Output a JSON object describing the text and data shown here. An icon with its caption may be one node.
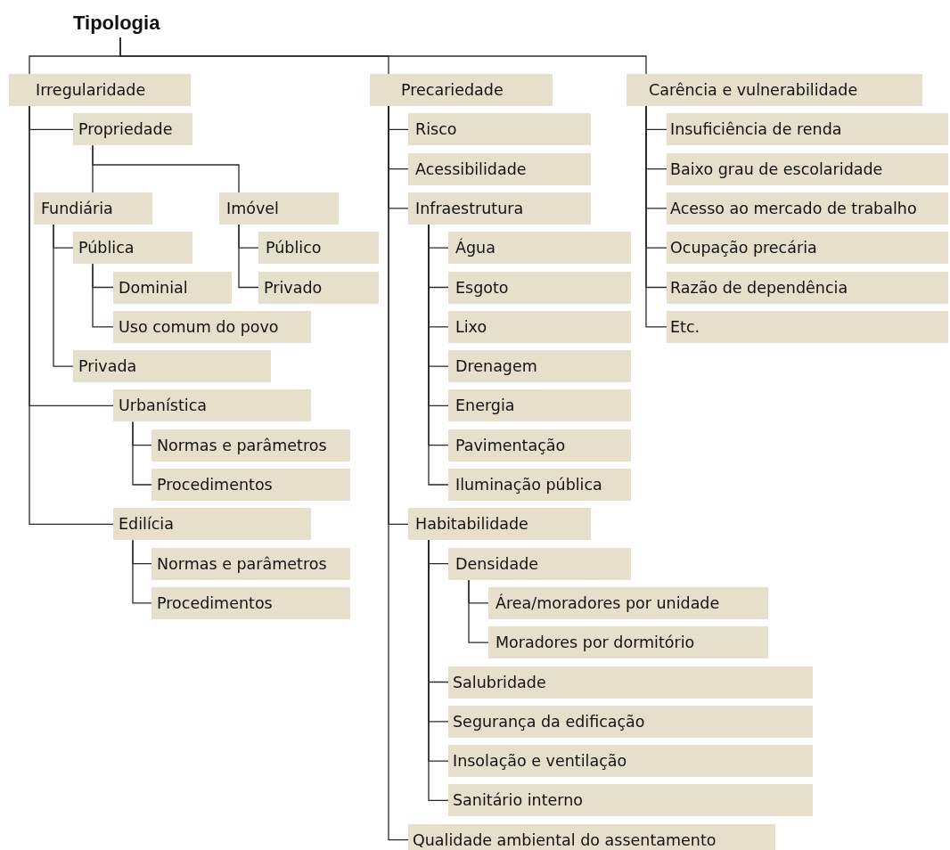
{
  "diagram": {
    "nodes": [
      {
        "text": [
          "Tipologia"
        ]
      },
      {
        "text": [
          "Irregularidade"
        ]
      },
      {
        "text": [
          "Propriedade"
        ]
      },
      {
        "text": [
          "Fundiária"
        ]
      },
      {
        "text": [
          "Pública"
        ]
      },
      {
        "text": [
          "Dominial"
        ]
      },
      {
        "text": [
          "Uso comum do povo"
        ]
      },
      {
        "text": [
          "Privada"
        ]
      },
      {
        "text": [
          "Imóvel"
        ]
      },
      {
        "text": [
          "Público"
        ]
      },
      {
        "text": [
          "Privado"
        ]
      },
      {
        "text": [
          "Urbanística"
        ]
      },
      {
        "text": [
          "Normas e parâmetros"
        ]
      },
      {
        "text": [
          "Procedimentos"
        ]
      },
      {
        "text": [
          "Edilícia"
        ]
      },
      {
        "text": [
          "Normas e parâmetros"
        ]
      },
      {
        "text": [
          "Procedimentos"
        ]
      },
      {
        "text": [
          "Precariedade"
        ]
      },
      {
        "text": [
          "Risco"
        ]
      },
      {
        "text": [
          "Acessibilidade"
        ]
      },
      {
        "text": [
          "Infraestrutura"
        ]
      },
      {
        "text": [
          "Água"
        ]
      },
      {
        "text": [
          "Esgoto"
        ]
      },
      {
        "text": [
          "Lixo"
        ]
      },
      {
        "text": [
          "Drenagem"
        ]
      },
      {
        "text": [
          "Energia"
        ]
      },
      {
        "text": [
          "Pavimentação"
        ]
      },
      {
        "text": [
          "Iluminação pública"
        ]
      },
      {
        "text": [
          "Habitabilidade"
        ]
      },
      {
        "text": [
          "Densidade"
        ]
      },
      {
        "text": [
          "Área/moradores por unidade"
        ]
      },
      {
        "text": [
          "Moradores por dormitório"
        ]
      },
      {
        "text": [
          "Salubridade"
        ]
      },
      {
        "text": [
          "Segurança da edificação"
        ]
      },
      {
        "text": [
          "Insolação e ventilação"
        ]
      },
      {
        "text": [
          "Sanitário interno"
        ]
      },
      {
        "text": [
          "Qualidade ambiental do assentamento"
        ]
      },
      {
        "text": [
          "Carência e vulnerabilidade"
        ]
      },
      {
        "text": [
          "Insuficiência de renda"
        ]
      },
      {
        "text": [
          "Baixo grau de escolaridade"
        ]
      },
      {
        "text": [
          "Acesso ao mercado de trabalho"
        ]
      },
      {
        "text": [
          "Ocupação precária"
        ]
      },
      {
        "text": [
          "Razão de dependência"
        ]
      },
      {
        "text": [
          "Etc."
        ]
      }
    ],
    "edges": [
      {
        "from": 0,
        "to": 1,
        "arrow": "none"
      },
      {
        "from": 0,
        "to": 17,
        "arrow": "none"
      },
      {
        "from": 0,
        "to": 37,
        "arrow": "none"
      },
      {
        "from": 1,
        "to": 2,
        "arrow": "none"
      },
      {
        "from": 1,
        "to": 11,
        "arrow": "none"
      },
      {
        "from": 1,
        "to": 14,
        "arrow": "none"
      },
      {
        "from": 2,
        "to": 3,
        "arrow": "none"
      },
      {
        "from": 2,
        "to": 8,
        "arrow": "none"
      },
      {
        "from": 3,
        "to": 4,
        "arrow": "none"
      },
      {
        "from": 3,
        "to": 7,
        "arrow": "none"
      },
      {
        "from": 4,
        "to": 5,
        "arrow": "none"
      },
      {
        "from": 4,
        "to": 6,
        "arrow": "none"
      },
      {
        "from": 8,
        "to": 9,
        "arrow": "none"
      },
      {
        "from": 8,
        "to": 10,
        "arrow": "none"
      },
      {
        "from": 11,
        "to": 12,
        "arrow": "none"
      },
      {
        "from": 11,
        "to": 13,
        "arrow": "none"
      },
      {
        "from": 14,
        "to": 15,
        "arrow": "none"
      },
      {
        "from": 14,
        "to": 16,
        "arrow": "none"
      },
      {
        "from": 17,
        "to": 18,
        "arrow": "none"
      },
      {
        "from": 17,
        "to": 19,
        "arrow": "none"
      },
      {
        "from": 17,
        "to": 20,
        "arrow": "none"
      },
      {
        "from": 17,
        "to": 28,
        "arrow": "none"
      },
      {
        "from": 17,
        "to": 36,
        "arrow": "none"
      },
      {
        "from": 20,
        "to": 21,
        "arrow": "none"
      },
      {
        "from": 20,
        "to": 22,
        "arrow": "none"
      },
      {
        "from": 20,
        "to": 23,
        "arrow": "none"
      },
      {
        "from": 20,
        "to": 24,
        "arrow": "none"
      },
      {
        "from": 20,
        "to": 25,
        "arrow": "none"
      },
      {
        "from": 20,
        "to": 26,
        "arrow": "none"
      },
      {
        "from": 20,
        "to": 27,
        "arrow": "none"
      },
      {
        "from": 28,
        "to": 29,
        "arrow": "none"
      },
      {
        "from": 28,
        "to": 32,
        "arrow": "none"
      },
      {
        "from": 28,
        "to": 33,
        "arrow": "none"
      },
      {
        "from": 28,
        "to": 34,
        "arrow": "none"
      },
      {
        "from": 28,
        "to": 35,
        "arrow": "none"
      },
      {
        "from": 29,
        "to": 30,
        "arrow": "none"
      },
      {
        "from": 29,
        "to": 31,
        "arrow": "none"
      },
      {
        "from": 37,
        "to": 38,
        "arrow": "none"
      },
      {
        "from": 37,
        "to": 39,
        "arrow": "none"
      },
      {
        "from": 37,
        "to": 40,
        "arrow": "none"
      },
      {
        "from": 37,
        "to": 41,
        "arrow": "none"
      },
      {
        "from": 37,
        "to": 42,
        "arrow": "none"
      },
      {
        "from": 37,
        "to": 43,
        "arrow": "none"
      }
    ]
  }
}
